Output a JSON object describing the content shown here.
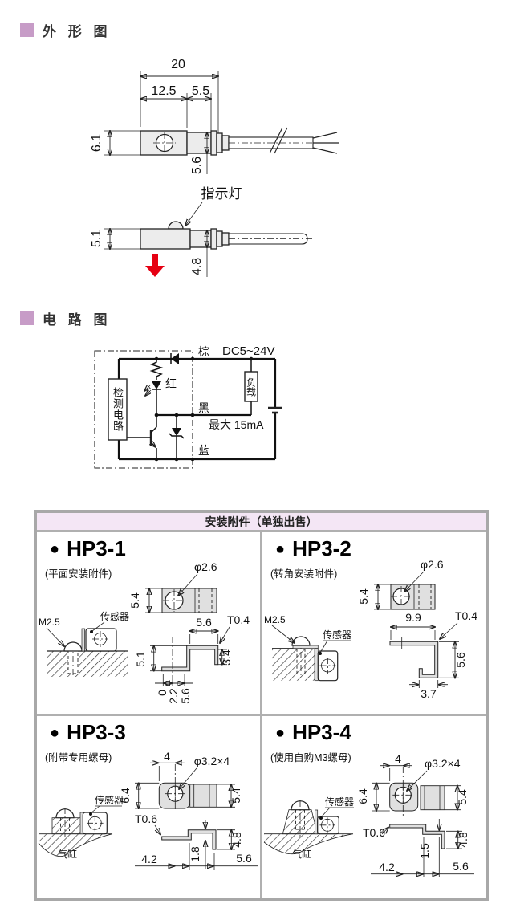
{
  "sections": {
    "outline": "外 形 图",
    "circuit": "电 路 图"
  },
  "colors": {
    "accent": "#c79cc7",
    "table_header_bg": "#f4e6f5",
    "arrow_red": "#e60012",
    "part_gray": "#e0e0e0",
    "border_gray": "#a8a8a8"
  },
  "outline": {
    "dims": {
      "total": "20",
      "front": "12.5",
      "head": "5.5",
      "body_h": "6.1",
      "head_h": "5.6",
      "side_h": "5.1",
      "side_head_h": "4.8"
    },
    "indicator": "指示灯"
  },
  "circuit": {
    "brown": "棕",
    "supply": "DC5~24V",
    "red": "红",
    "load": "负载",
    "black": "黑",
    "max_current": "最大 15mA",
    "blue": "蓝",
    "detector": "检测电路"
  },
  "table": {
    "header": "安装附件（单独出售）",
    "bullet": "●",
    "hp31": {
      "name": "HP3-1",
      "sub": "(平面安装附件)",
      "hole": "φ2.6",
      "h54": "5.4",
      "w56": "5.6",
      "t": "T0.4",
      "h51": "5.1",
      "h34": "3.4",
      "b0": "0",
      "b22": "2.2",
      "b56": "5.6",
      "screw": "M2.5",
      "sensor": "传感器"
    },
    "hp32": {
      "name": "HP3-2",
      "sub": "(转角安装附件)",
      "hole": "φ2.6",
      "h54": "5.4",
      "w99": "9.9",
      "t": "T0.4",
      "h56": "5.6",
      "b37": "3.7",
      "screw": "M2.5",
      "sensor": "传感器"
    },
    "hp33": {
      "name": "HP3-3",
      "sub": "(附带专用螺母)",
      "w4": "4",
      "hole": "φ3.2×4",
      "h64": "6.4",
      "h54": "5.4",
      "t": "T0.6",
      "b42": "4.2",
      "b18": "1.8",
      "b56": "5.6",
      "h48": "4.8",
      "sensor": "传感器",
      "cyl": "气缸"
    },
    "hp34": {
      "name": "HP3-4",
      "sub": "(使用自购M3螺母)",
      "w4": "4",
      "hole": "φ3.2×4",
      "h64": "6.4",
      "h54": "5.4",
      "t": "T0.6",
      "v15": "1.5",
      "b42": "4.2",
      "b56": "5.6",
      "h48": "4.8",
      "sensor": "传感器",
      "cyl": "气缸"
    }
  }
}
